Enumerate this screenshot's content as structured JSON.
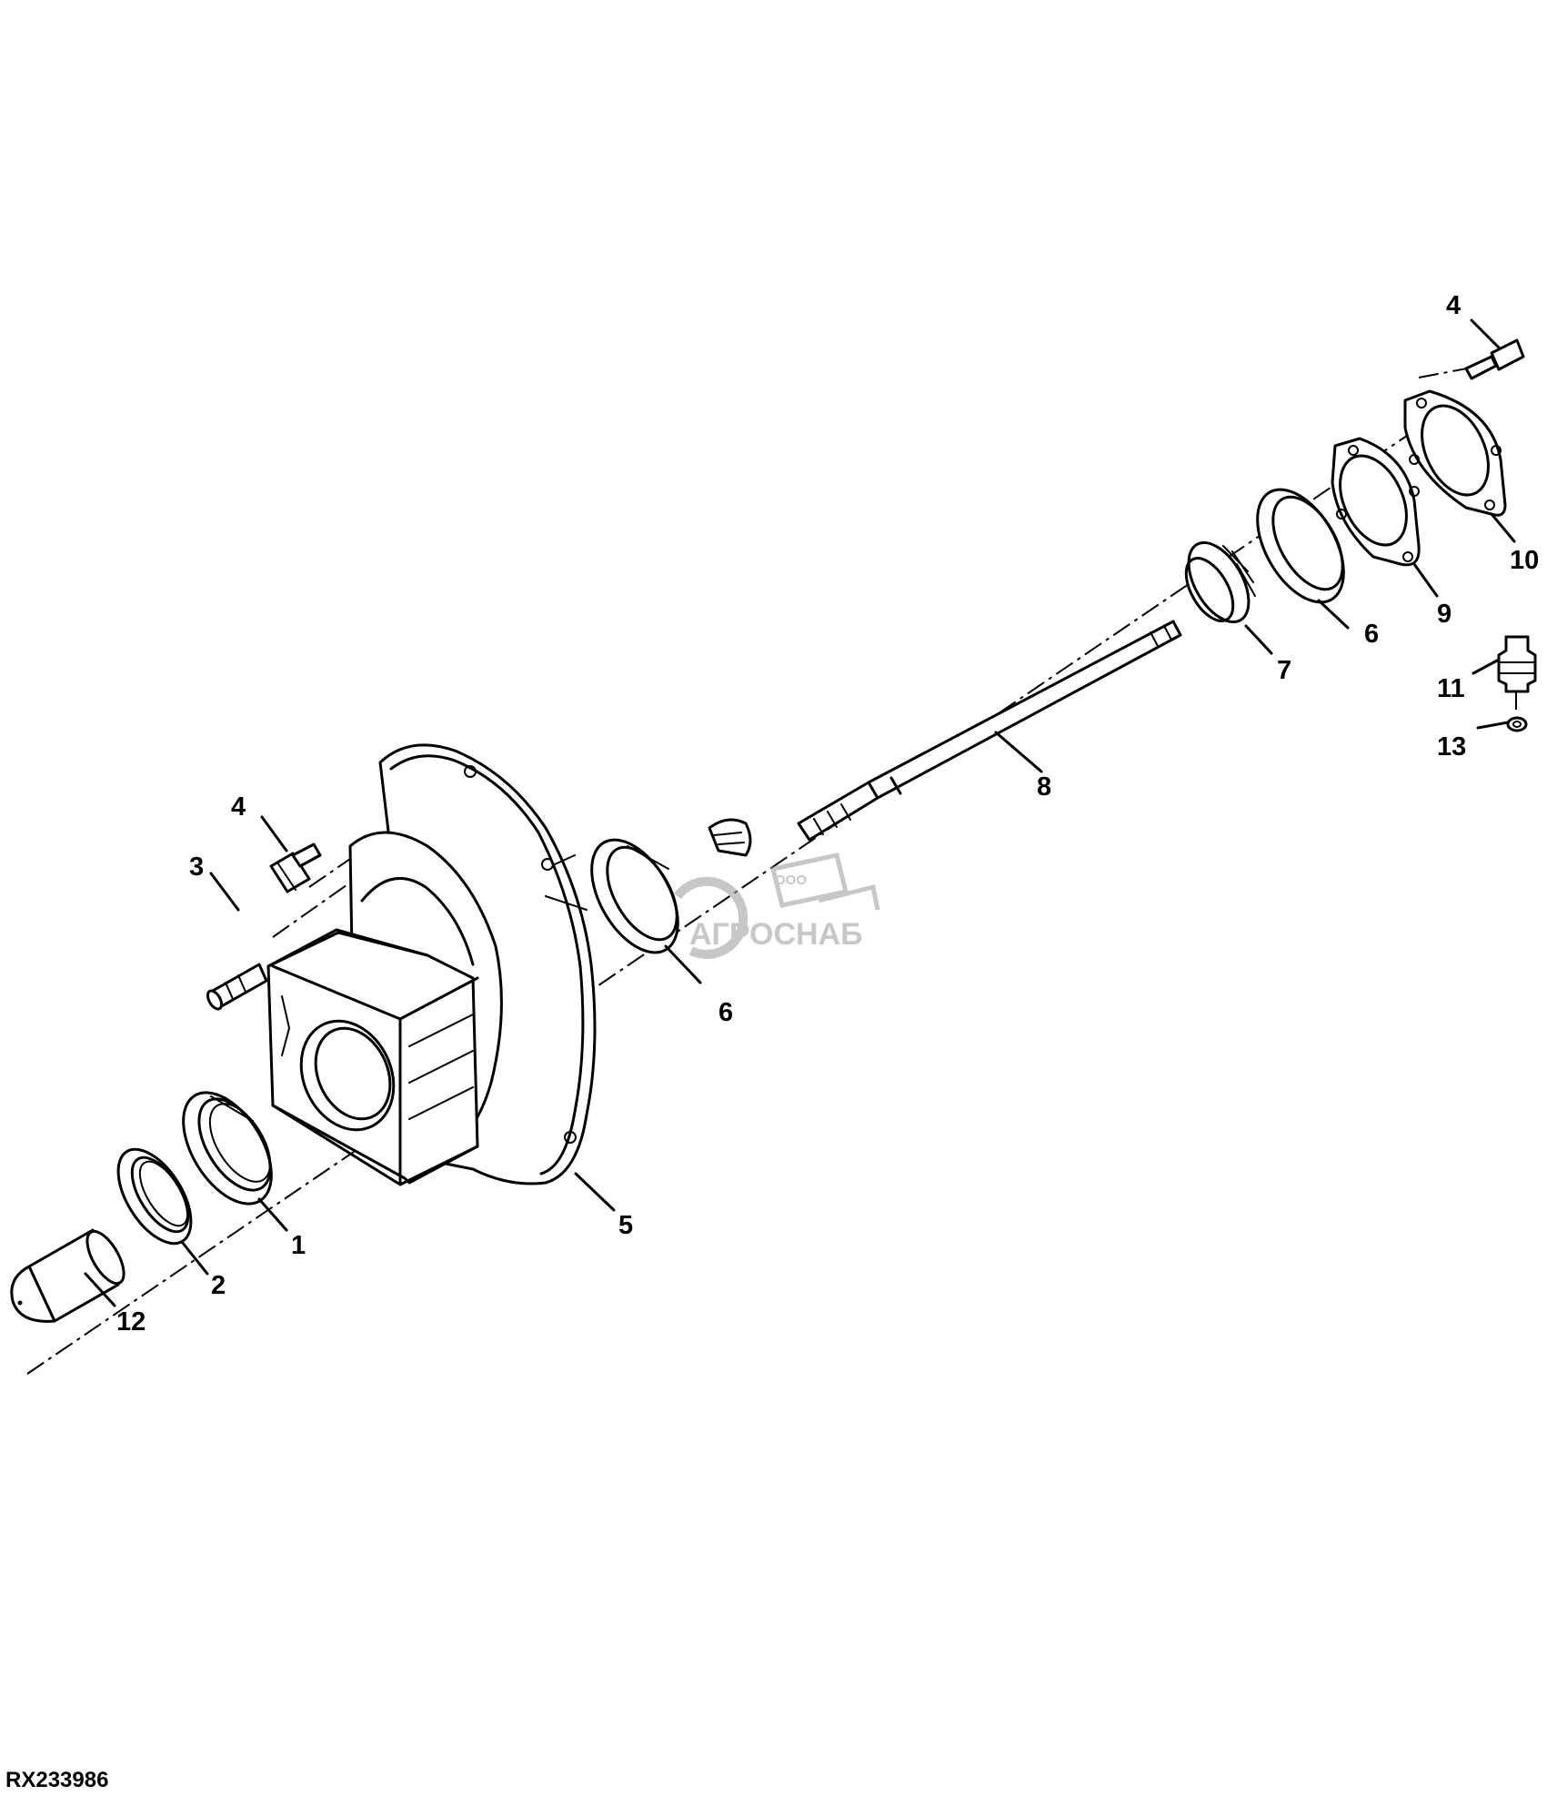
{
  "figure_id": "RX233986",
  "watermark": {
    "small_text": "ООО",
    "brand_text": "АГРОСНАБ",
    "color": "#9a9a9a"
  },
  "callouts": [
    {
      "id": "c4a",
      "label": "4"
    },
    {
      "id": "c10",
      "label": "10"
    },
    {
      "id": "c9",
      "label": "9"
    },
    {
      "id": "c6a",
      "label": "6"
    },
    {
      "id": "c7",
      "label": "7"
    },
    {
      "id": "c11",
      "label": "11"
    },
    {
      "id": "c13",
      "label": "13"
    },
    {
      "id": "c8",
      "label": "8"
    },
    {
      "id": "c4b",
      "label": "4"
    },
    {
      "id": "c3",
      "label": "3"
    },
    {
      "id": "c6b",
      "label": "6"
    },
    {
      "id": "c5",
      "label": "5"
    },
    {
      "id": "c1",
      "label": "1"
    },
    {
      "id": "c2",
      "label": "2"
    },
    {
      "id": "c12",
      "label": "12"
    }
  ]
}
